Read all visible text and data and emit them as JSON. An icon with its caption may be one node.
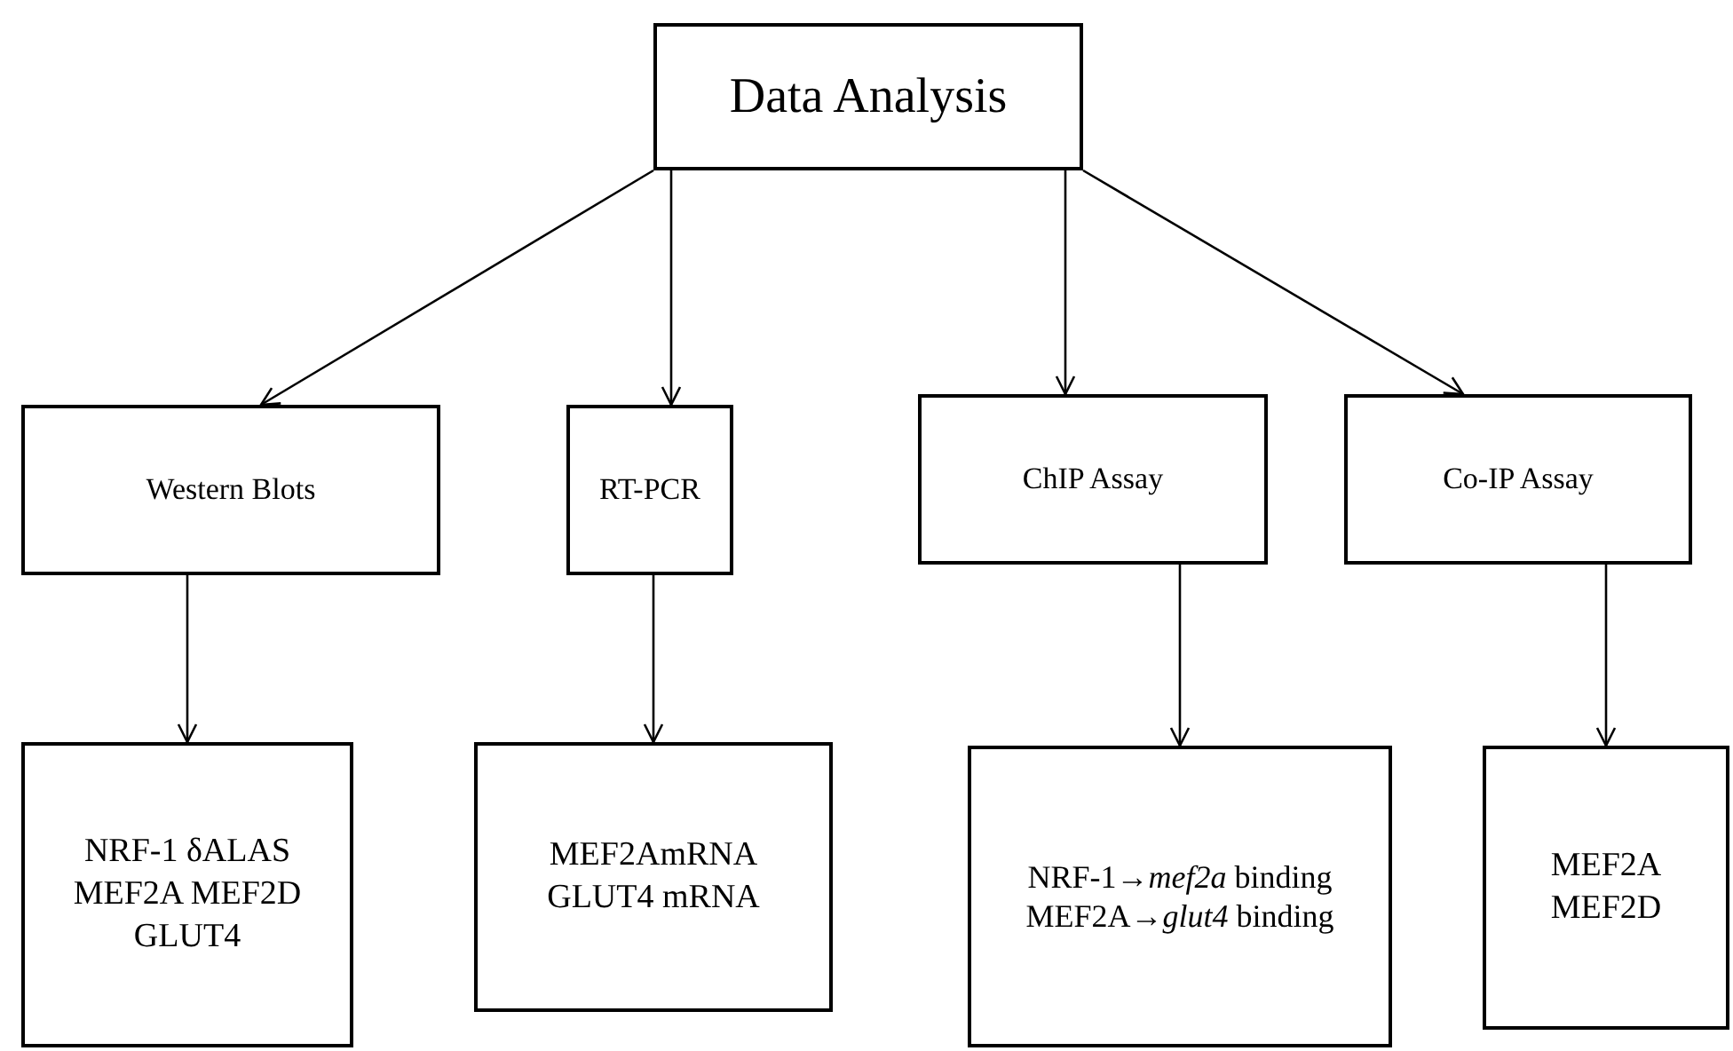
{
  "diagram": {
    "nodes": [
      {
        "text": [
          "Data Analysis"
        ]
      },
      {
        "text": [
          "Western Blots"
        ]
      },
      {
        "text": [
          "RT-PCR"
        ]
      },
      {
        "text": [
          "ChIP Assay"
        ]
      },
      {
        "text": [
          "Co-IP Assay"
        ]
      },
      {
        "text": [
          "NRF-1 δALAS MEF2A MEF2D GLUT4"
        ]
      },
      {
        "text": [
          "MEF2AmRNA GLUT4 mRNA"
        ]
      },
      {
        "text": [
          "NRF-1→*mef2a* binding MEF2A→*glut4* binding"
        ]
      },
      {
        "text": [
          "MEF2A MEF2D"
        ]
      }
    ],
    "edges": [
      {
        "from": 0,
        "to": 1,
        "arrow": "to"
      },
      {
        "from": 0,
        "to": 2,
        "arrow": "to"
      },
      {
        "from": 0,
        "to": 3,
        "arrow": "to"
      },
      {
        "from": 0,
        "to": 4,
        "arrow": "to"
      },
      {
        "from": 1,
        "to": 5,
        "arrow": "to"
      },
      {
        "from": 2,
        "to": 6,
        "arrow": "to"
      },
      {
        "from": 3,
        "to": 7,
        "arrow": "to"
      },
      {
        "from": 4,
        "to": 8,
        "arrow": "to"
      }
    ]
  }
}
